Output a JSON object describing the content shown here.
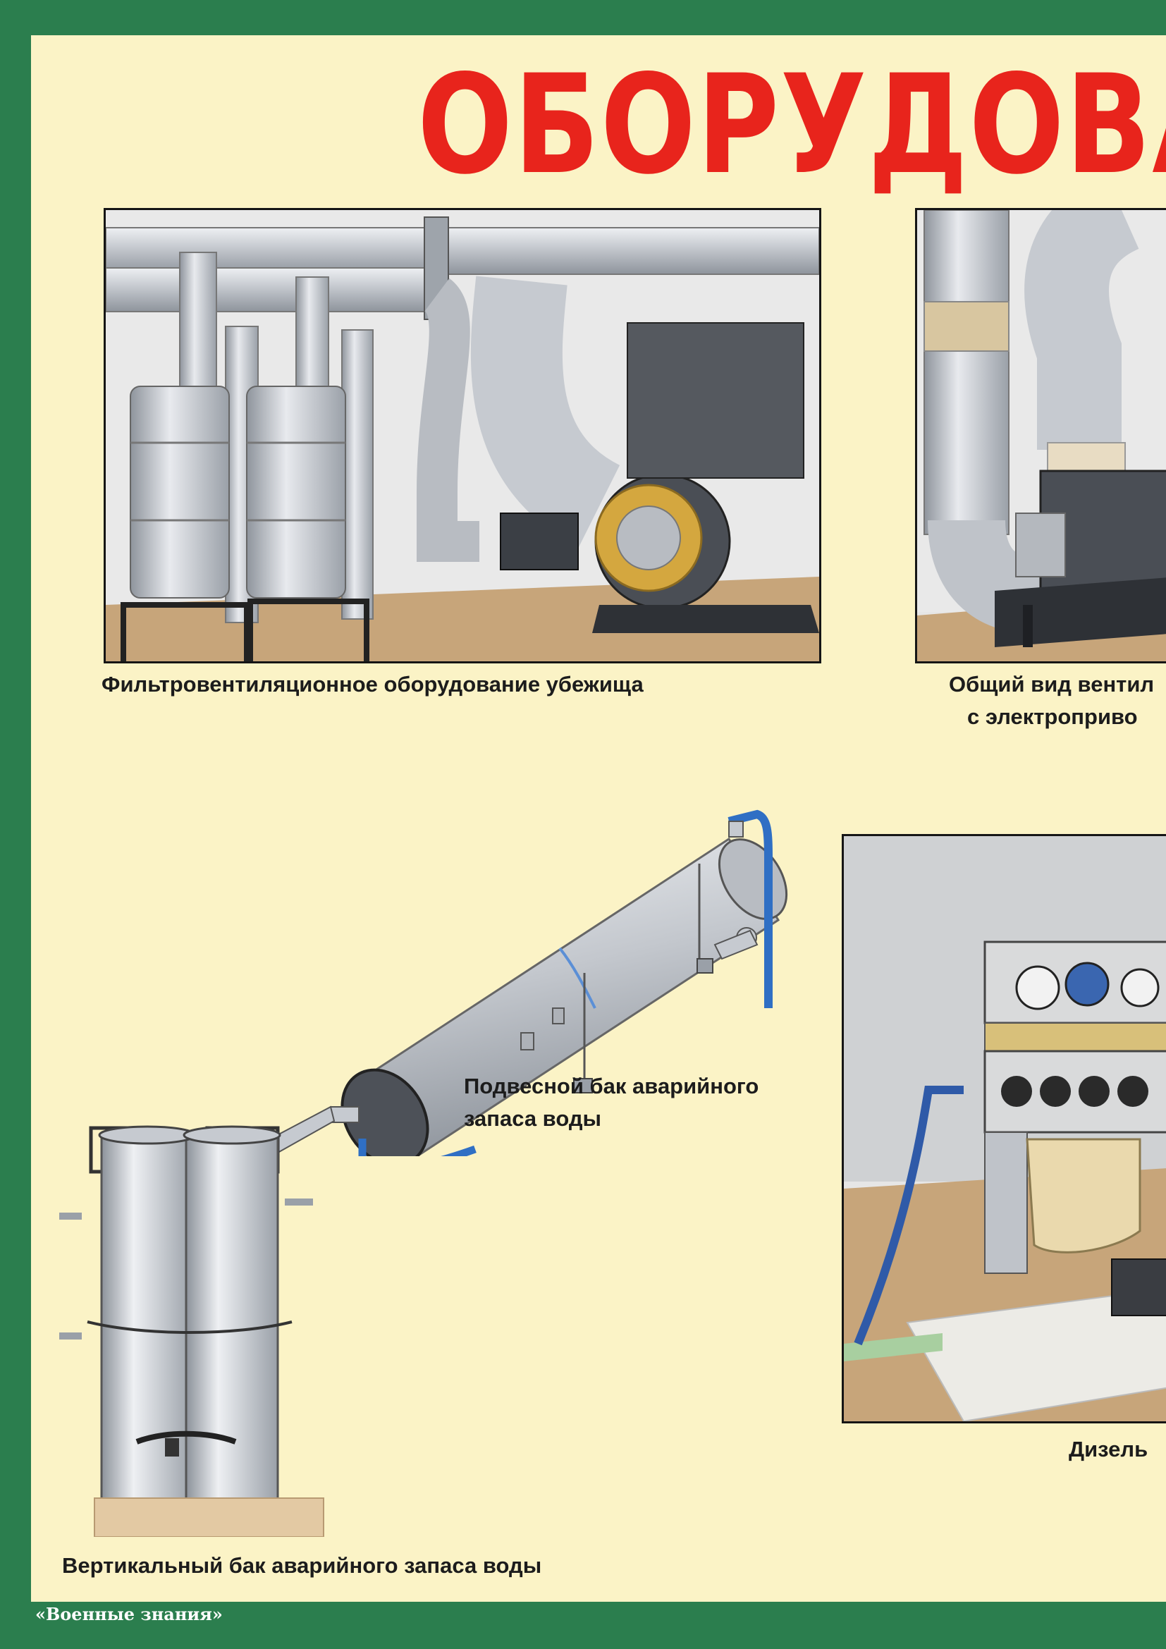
{
  "poster": {
    "title": "ОБОРУДОВАН",
    "publisher": "«Военные знания»"
  },
  "figures": {
    "filter_ventilation": {
      "caption": "Фильтровентиляционное оборудование убежища"
    },
    "fan_unit": {
      "caption_line1": "Общий вид вентил",
      "caption_line2": "с электроприво"
    },
    "hanging_tank": {
      "caption_line1": "Подвесной бак аварийного",
      "caption_line2": "запаса воды"
    },
    "vertical_tank": {
      "caption": "Вертикальный бак аварийного запаса воды"
    },
    "diesel": {
      "caption": "Дизель"
    }
  },
  "colors": {
    "border_green": "#2b7e4e",
    "poster_bg": "#fbf3c6",
    "title_red": "#e8241c",
    "metal": "#c9ccd1",
    "floor": "#c7a57a",
    "hose_blue": "#2f6fc4"
  }
}
